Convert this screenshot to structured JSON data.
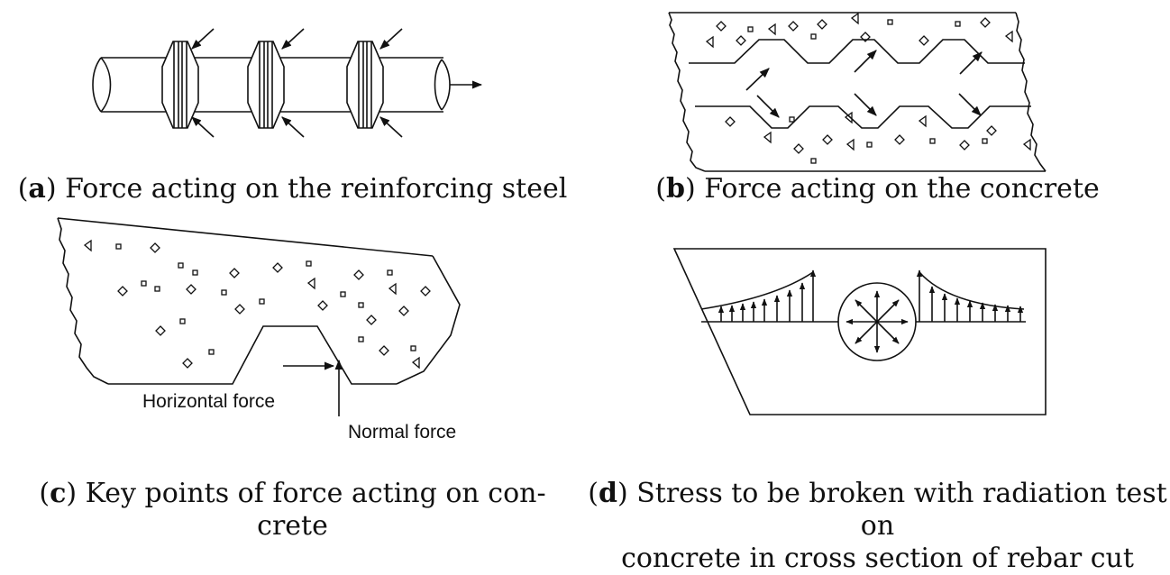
{
  "panels": {
    "a": {
      "letter": "a",
      "caption": "Force acting on the reinforcing steel"
    },
    "b": {
      "letter": "b",
      "caption": "Force acting on the concrete"
    },
    "c": {
      "letter": "c",
      "caption_line1": "Key points of force acting on con-",
      "caption_line2": "crete",
      "labels": {
        "horizontal": "Horizontal force",
        "normal": "Normal force"
      }
    },
    "d": {
      "letter": "d",
      "caption_line1": "Stress to be broken with radiation test on",
      "caption_line2": "concrete in cross section of rebar cut"
    }
  }
}
